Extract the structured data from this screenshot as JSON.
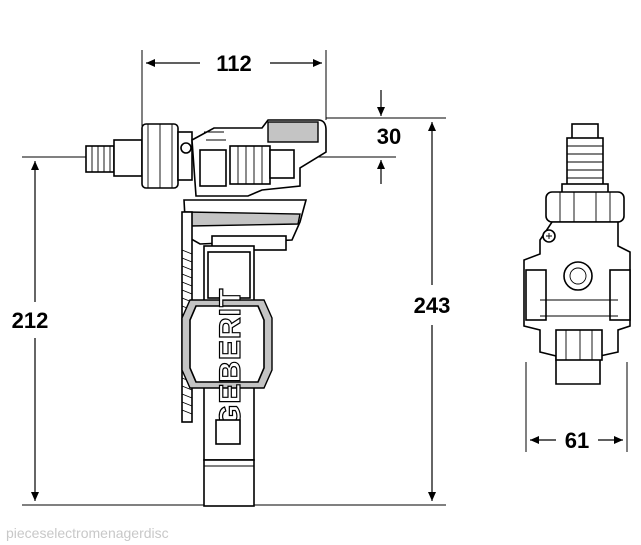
{
  "dimensions": {
    "top_width": "112",
    "top_height": "30",
    "left_height": "212",
    "right_height": "243",
    "side_width": "61"
  },
  "brand": "GEBERIT",
  "watermark": "pieceselectromenagerdisc"
}
